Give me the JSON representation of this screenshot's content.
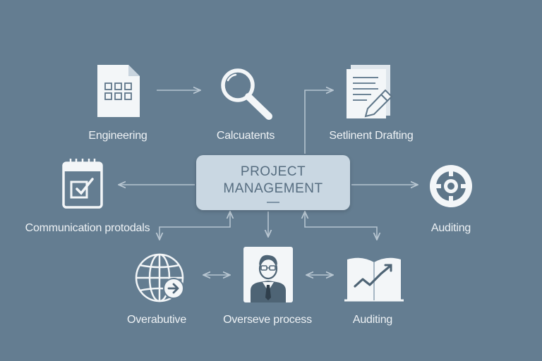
{
  "central": {
    "line1": "PROJECT",
    "line2": "MANAGEMENT"
  },
  "nodes": [
    {
      "id": "engineering",
      "label": "Engineering",
      "icon": "document-grid-icon"
    },
    {
      "id": "calculations",
      "label": "Calcuatents",
      "icon": "magnifier-icon"
    },
    {
      "id": "drafting",
      "label": "Setlinent Drafting",
      "icon": "document-pen-icon"
    },
    {
      "id": "communication",
      "label": "Communication protodals",
      "icon": "clipboard-check-icon"
    },
    {
      "id": "auditing-right",
      "label": "Auditing",
      "icon": "gear-icon"
    },
    {
      "id": "overabutive",
      "label": "Overabutive",
      "icon": "globe-arrow-icon"
    },
    {
      "id": "oversee",
      "label": "Overseve process",
      "icon": "manager-avatar-icon"
    },
    {
      "id": "auditing-bottom",
      "label": "Auditing",
      "icon": "open-book-chart-icon"
    }
  ],
  "colors": {
    "background": "#647d91",
    "central_box": "#c9d7e2",
    "icon": "#f3f6f8",
    "arrow": "#b4c3cf"
  }
}
